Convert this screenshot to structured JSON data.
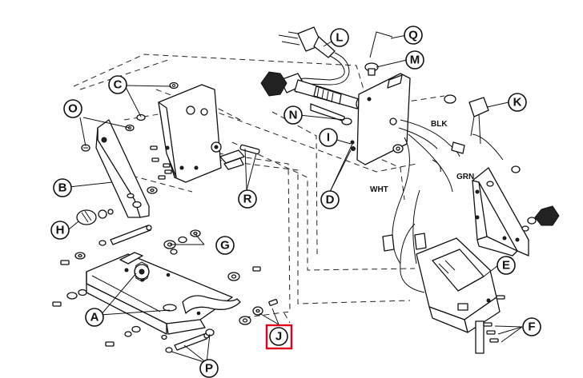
{
  "callouts": {
    "A": "A",
    "B": "B",
    "C": "C",
    "D": "D",
    "E": "E",
    "F": "F",
    "G": "G",
    "H": "H",
    "I": "I",
    "J": "J",
    "K": "K",
    "L": "L",
    "M": "M",
    "N": "N",
    "O": "O",
    "P": "P",
    "Q": "Q",
    "R": "R"
  },
  "wire_labels": {
    "blk": "BLK",
    "grn": "GRN",
    "wht": "WHT"
  },
  "highlight": {
    "target": "J",
    "color": "#e0001b"
  }
}
